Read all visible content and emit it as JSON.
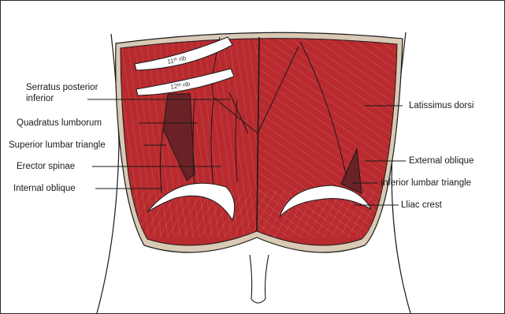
{
  "diagram": {
    "labels_left": [
      {
        "id": "serratus-posterior-inferior",
        "line1": "Serratus posterior",
        "line2": "inferior"
      },
      {
        "id": "quadratus-lumborum",
        "text": "Quadratus lumborum"
      },
      {
        "id": "superior-lumbar-triangle",
        "text": "Superior lumbar triangle"
      },
      {
        "id": "erector-spinae",
        "text": "Erector spinae"
      },
      {
        "id": "internal-oblique",
        "text": "Internal oblique"
      }
    ],
    "labels_right": [
      {
        "id": "latissimus-dorsi",
        "text": "Latissimus dorsi"
      },
      {
        "id": "external-oblique",
        "text": "External oblique"
      },
      {
        "id": "inferior-lumbar-triangle",
        "text": "Inferior lumbar triangle"
      },
      {
        "id": "iliac-crest",
        "text": "Lliac crest"
      }
    ],
    "ribs": [
      {
        "id": "rib-11",
        "label": "11ᵗʰ rib"
      },
      {
        "id": "rib-12",
        "label": "12ᵗʰ rib"
      }
    ],
    "colors": {
      "muscle": "#b82a2e",
      "muscle_dark": "#7a1e22",
      "triangle": "#6b2226",
      "skin_border": "#d9c9b5",
      "outline": "#1a1a1a",
      "bone": "#ffffff"
    }
  }
}
